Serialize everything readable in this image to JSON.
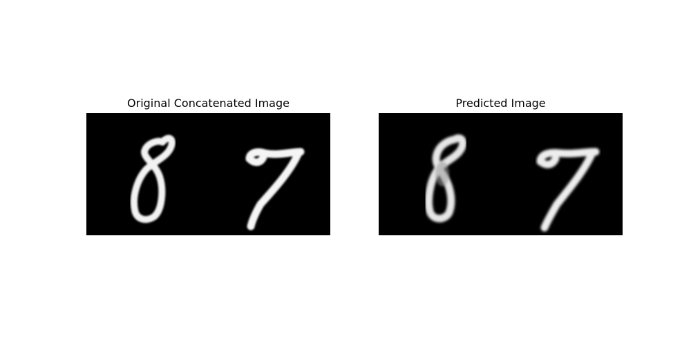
{
  "figure": {
    "left_panel": {
      "title": "Original Concatenated Image",
      "digits": [
        "8",
        "7"
      ]
    },
    "right_panel": {
      "title": "Predicted Image",
      "digits": [
        "8",
        "7"
      ]
    }
  }
}
